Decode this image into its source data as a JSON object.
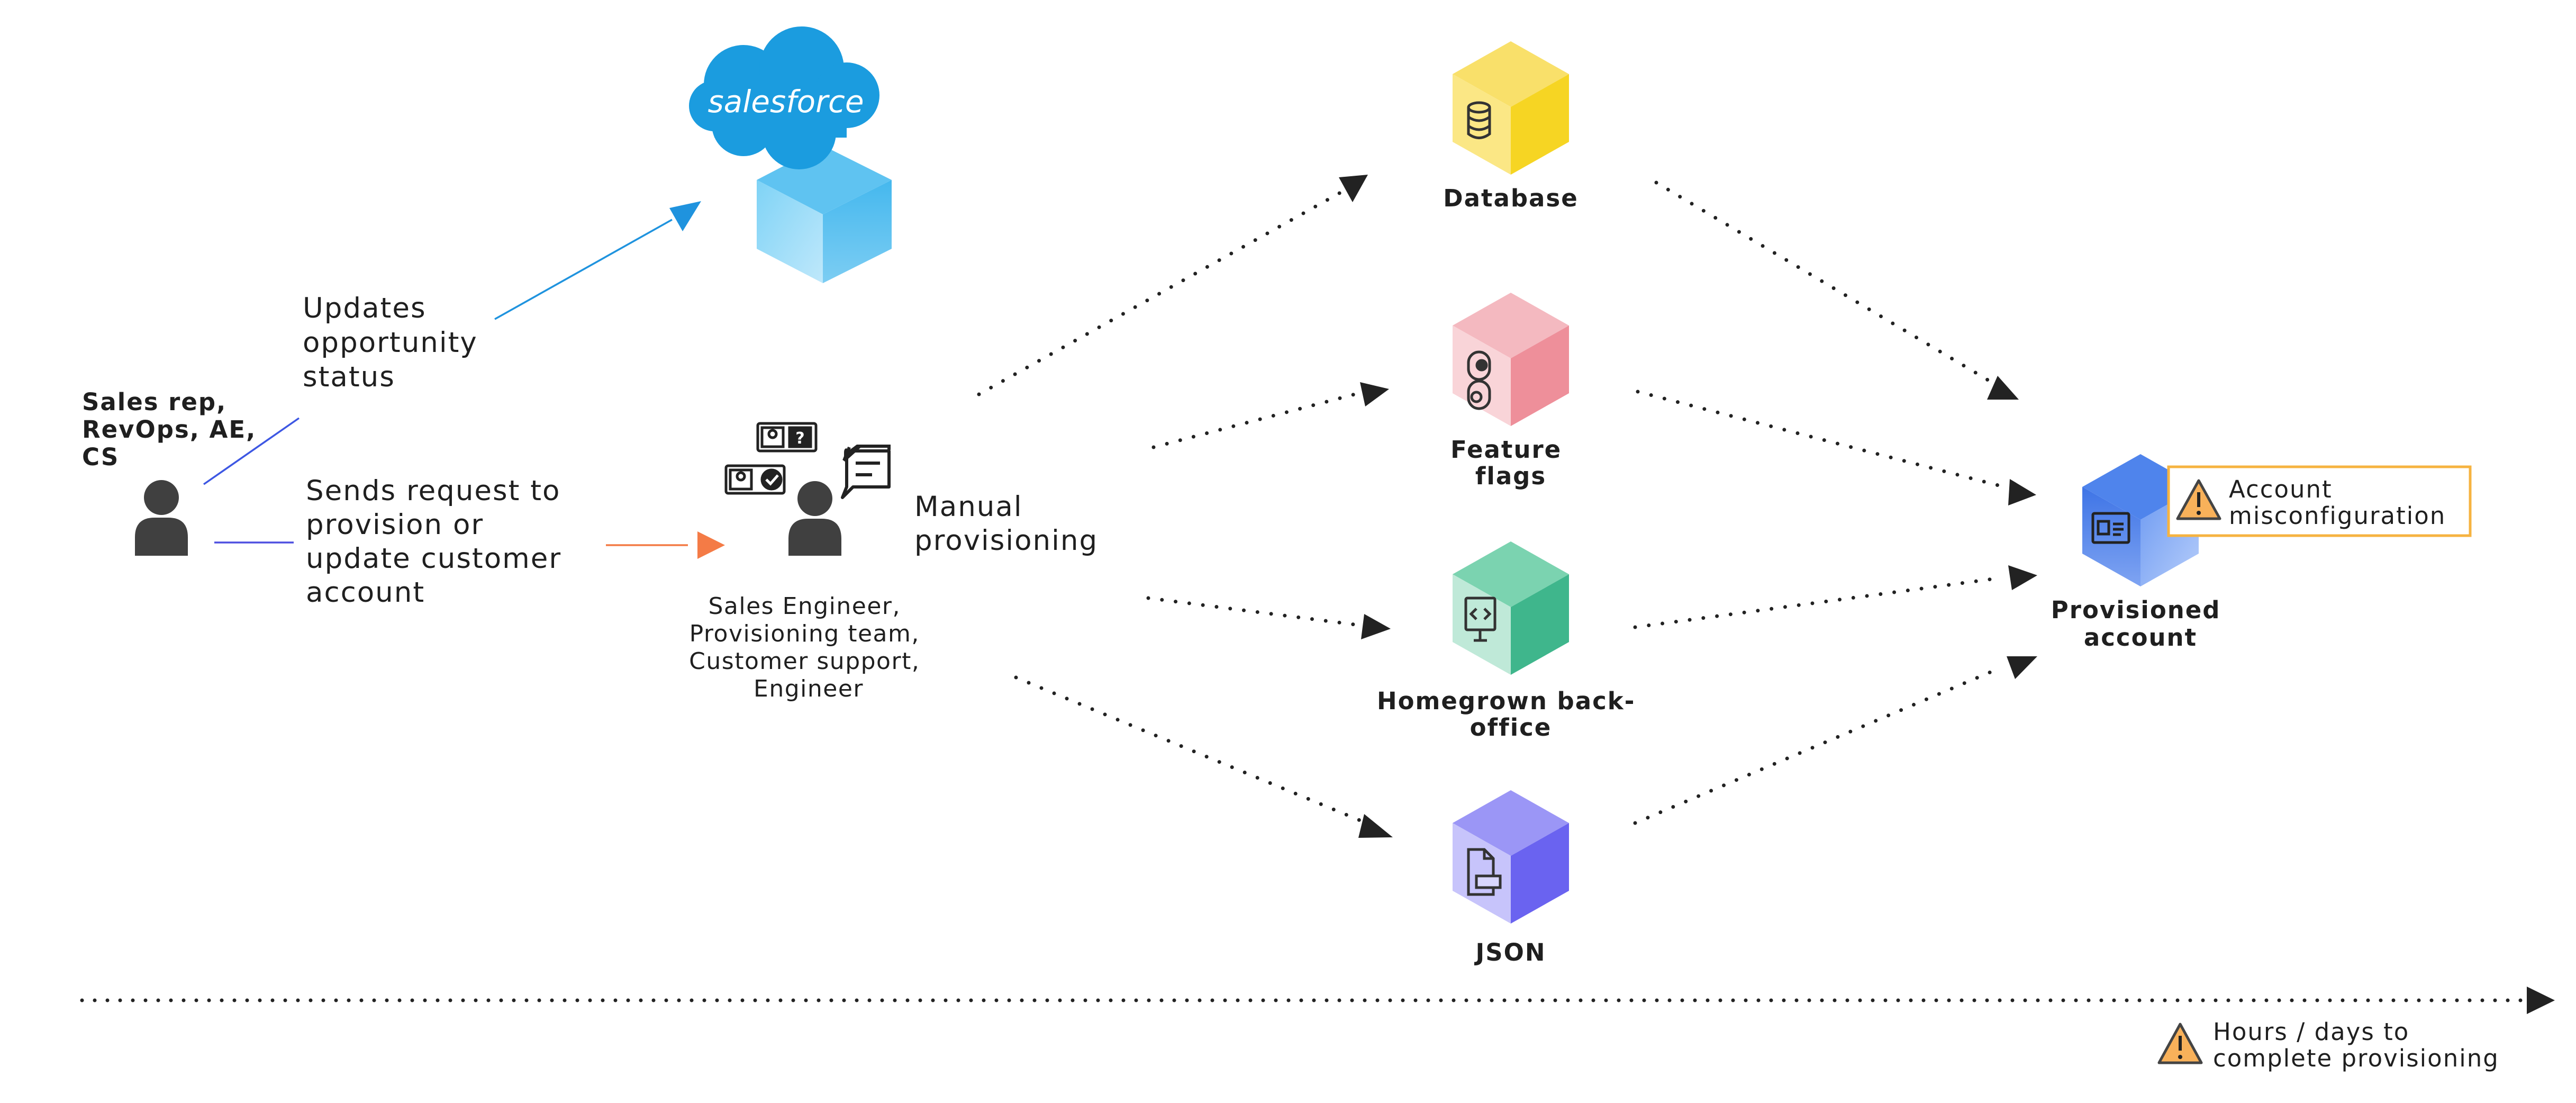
{
  "actors": {
    "requester": {
      "label_lines": [
        "Sales rep,",
        "RevOps, AE,",
        "CS"
      ]
    },
    "provisioner": {
      "label_lines": [
        "Sales Engineer,",
        "Provisioning team,",
        "Customer support,",
        "Engineer"
      ]
    }
  },
  "steps": {
    "update_status": {
      "label_lines": [
        "Updates",
        "opportunity",
        "status"
      ]
    },
    "send_request": {
      "label_lines": [
        "Sends request to",
        "provision or",
        "update customer",
        "account"
      ]
    },
    "manual_provisioning": {
      "label_lines": [
        "Manual",
        "provisioning"
      ]
    }
  },
  "salesforce": {
    "logo_text": "salesforce"
  },
  "systems": [
    {
      "id": "database",
      "label_lines": [
        "Database"
      ],
      "color": "#f7d51e",
      "icon": "database-icon"
    },
    {
      "id": "feature-flags",
      "label_lines": [
        "Feature",
        "flags"
      ],
      "color": "#ee8f9a",
      "icon": "toggle-icon"
    },
    {
      "id": "back-office",
      "label_lines": [
        "Homegrown back-",
        "office"
      ],
      "color": "#3fb68c",
      "icon": "code-monitor-icon"
    },
    {
      "id": "json",
      "label_lines": [
        "JSON"
      ],
      "color": "#6a63f0",
      "icon": "file-code-icon"
    }
  ],
  "result": {
    "label_lines": [
      "Provisioned",
      "account"
    ],
    "warning_lines": [
      "Account",
      "misconfiguration"
    ]
  },
  "timeline": {
    "warning_lines": [
      "Hours / days to",
      "complete provisioning"
    ]
  },
  "colors": {
    "salesforce_cloud": "#1b9cdf",
    "salesforce_cube": "#7fd0f3",
    "update_arrow": "#1f93de",
    "request_line": "#4d4fe0",
    "request_arrow": "#f47b46",
    "warning_fill": "#f8b15a",
    "warning_border": "#f6b340",
    "provisioned_cube": "#5b8ef0"
  }
}
